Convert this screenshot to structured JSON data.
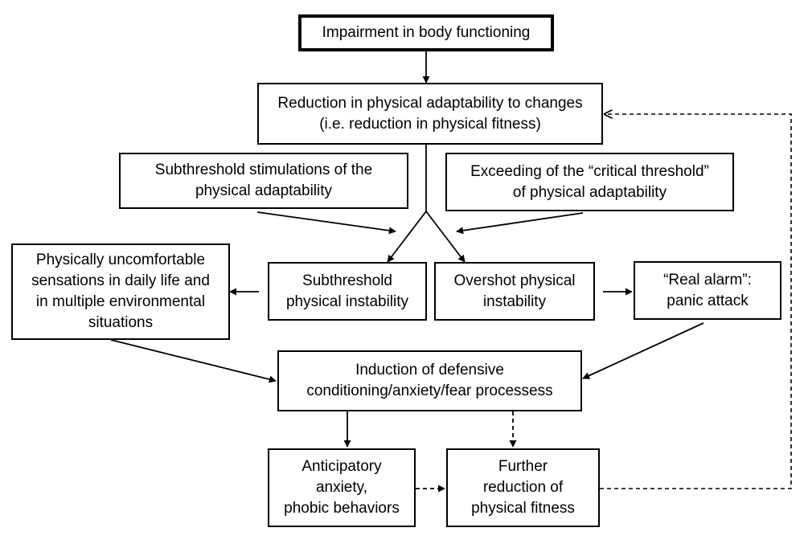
{
  "diagram": {
    "impairment": [
      "Impairment in body functioning"
    ],
    "reduction": [
      "Reduction in physical adaptability to changes",
      "(i.e. reduction in physical fitness)"
    ],
    "subthreshold_stim": [
      "Subthreshold stimulations of the",
      "physical adaptability"
    ],
    "exceeding": [
      "Exceeding of the “critical threshold”",
      "of physical adaptability"
    ],
    "uncomfortable": [
      "Physically uncomfortable",
      "sensations in daily life and",
      "in multiple environmental",
      "situations"
    ],
    "subthreshold_instability": [
      "Subthreshold",
      "physical instability"
    ],
    "overshot": [
      "Overshot physical",
      "instability"
    ],
    "real_alarm": [
      "“Real alarm”:",
      "panic attack"
    ],
    "induction": [
      "Induction of defensive",
      "conditioning/anxiety/fear processess"
    ],
    "anticipatory": [
      "Anticipatory",
      "anxiety,",
      "phobic behaviors"
    ],
    "further": [
      "Further",
      "reduction of",
      "physical fitness"
    ]
  },
  "colors": {
    "stroke": "#000000",
    "background": "#ffffff"
  }
}
